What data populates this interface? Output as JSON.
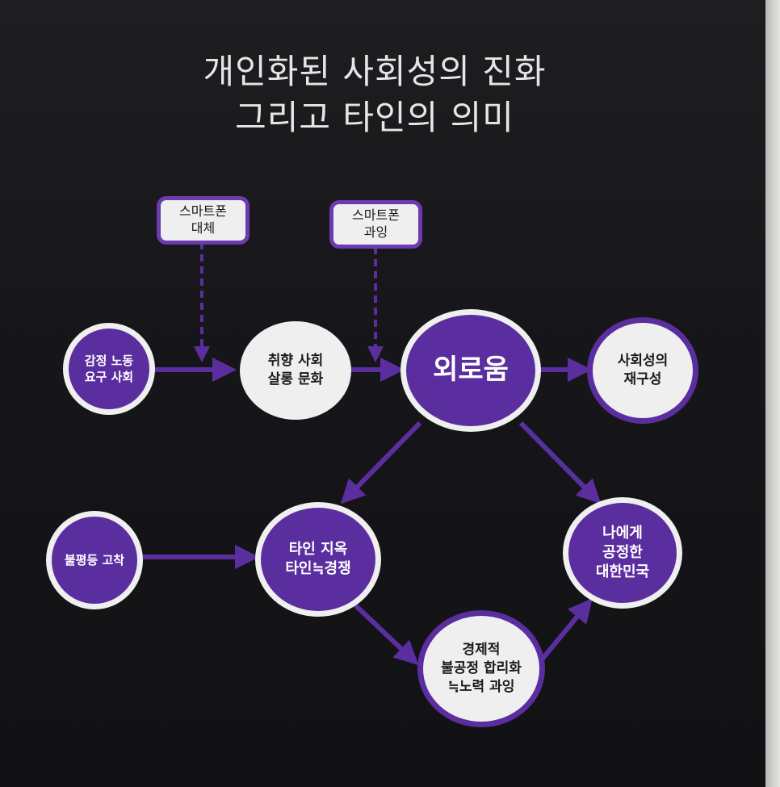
{
  "title": {
    "line1": "개인화된 사회성의 진화",
    "line2": "그리고 타인의 의미"
  },
  "nodes": {
    "smartphone_substitute": "스마트폰\n대체",
    "smartphone_overuse": "스마트폰\n과잉",
    "emotional_labor": "감정 노동\n요구 사회",
    "taste_society": "취향 사회\n살롱 문화",
    "loneliness": "외로움",
    "reconstruct_sociality": "사회성의\n재구성",
    "inequality": "불평등 고착",
    "others_hell": "타인 지옥\n타인≒경쟁",
    "fair_korea": "나에게\n공정한\n대한민국",
    "economic_unfairness": "경제적\n불공정 합리화\n≒노력 과잉"
  },
  "colors": {
    "purple": "#5b2ea0",
    "light": "#efefef",
    "background": "#16161a"
  }
}
